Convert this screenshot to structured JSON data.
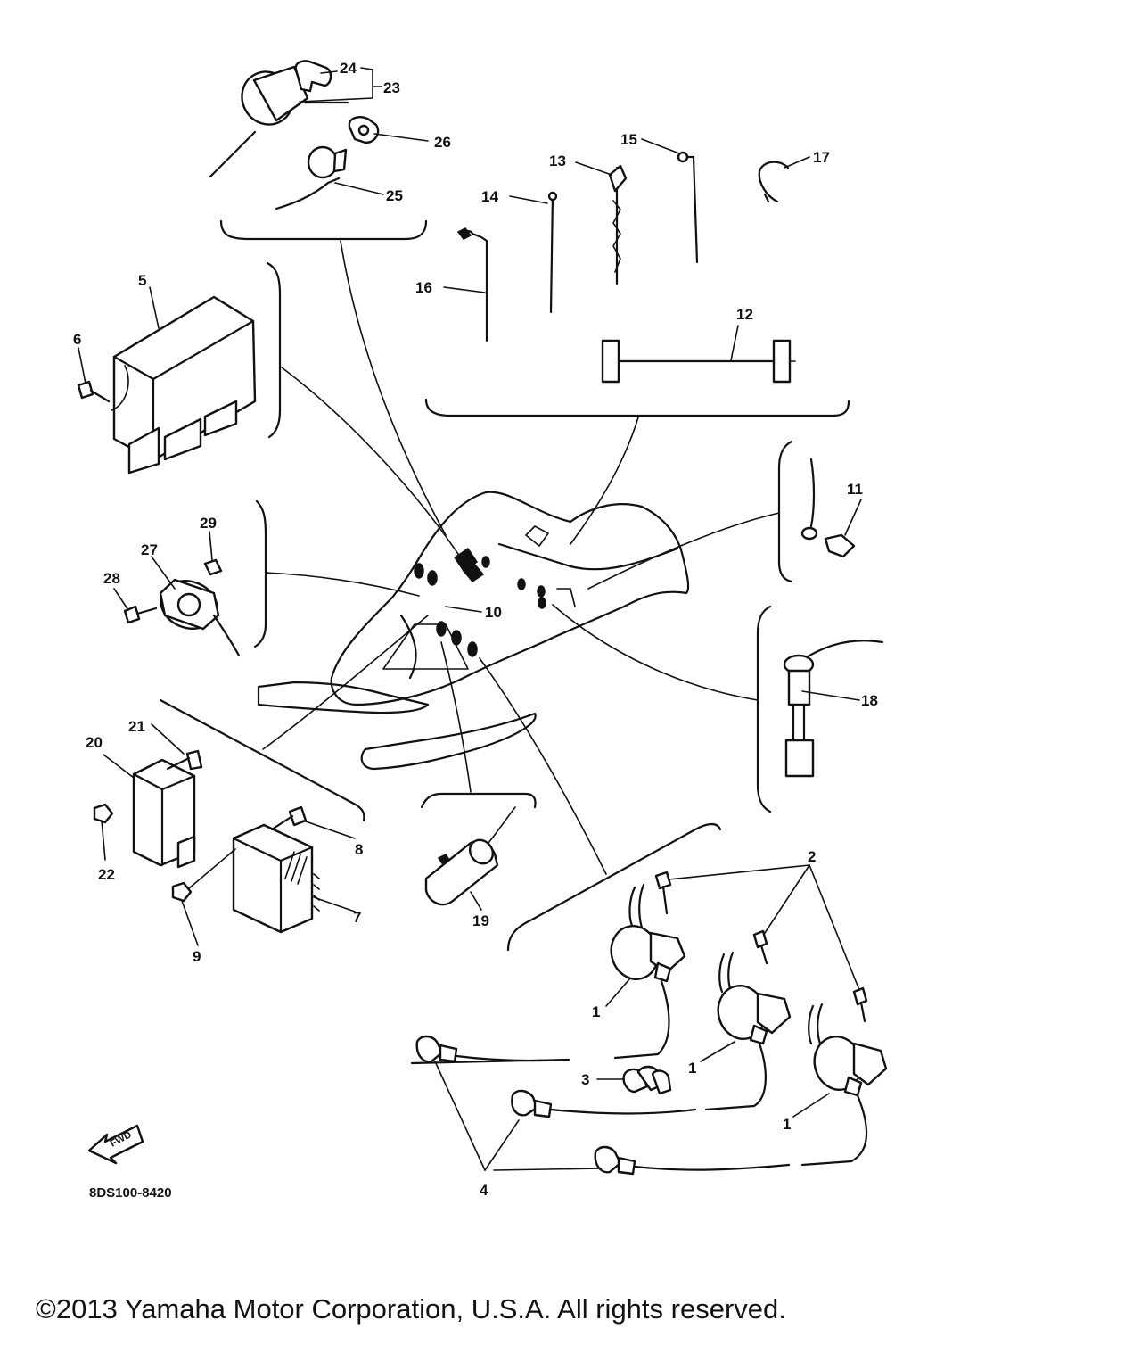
{
  "diagram": {
    "labels": {
      "l1a": "1",
      "l1b": "1",
      "l1c": "1",
      "l2": "2",
      "l3": "3",
      "l4": "4",
      "l5": "5",
      "l6": "6",
      "l7": "7",
      "l8": "8",
      "l9": "9",
      "l10": "10",
      "l11": "11",
      "l12": "12",
      "l13": "13",
      "l14": "14",
      "l15": "15",
      "l16": "16",
      "l17": "17",
      "l18": "18",
      "l19": "19",
      "l20": "20",
      "l21": "21",
      "l22": "22",
      "l23": "23",
      "l24": "24",
      "l25": "25",
      "l26": "26",
      "l27": "27",
      "l28": "28",
      "l29": "29"
    },
    "fwd_label": "FWD",
    "diagram_code": "8DS100-8420"
  },
  "footer": {
    "copyright": "©2013 Yamaha Motor Corporation, U.S.A. All rights reserved."
  }
}
